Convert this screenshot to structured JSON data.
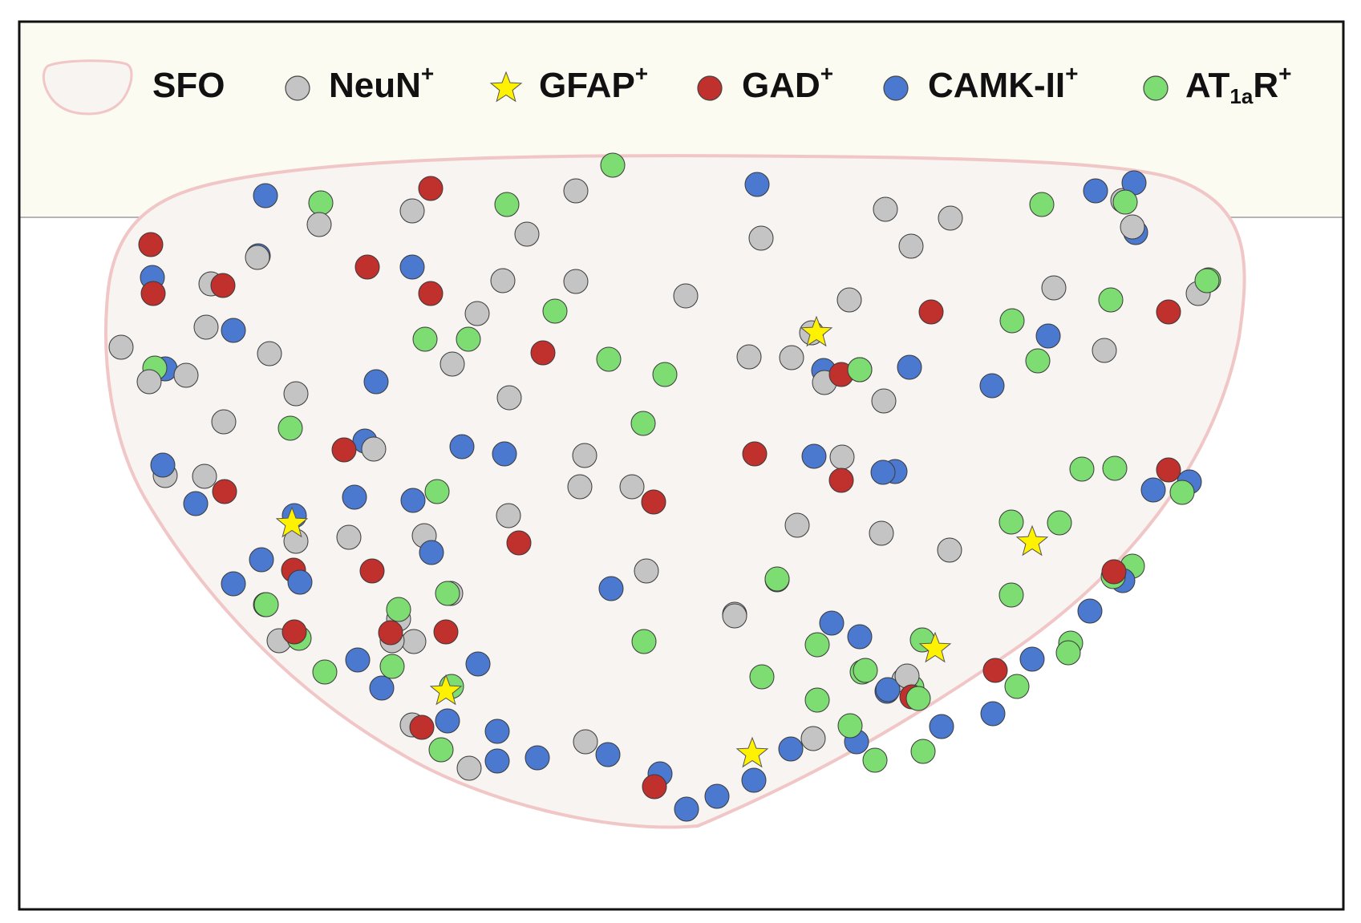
{
  "legend": {
    "sfo": "SFO",
    "neun": {
      "base": "NeuN",
      "sup": "+"
    },
    "gfap": {
      "base": "GFAP",
      "sup": "+"
    },
    "gad": {
      "base": "GAD",
      "sup": "+"
    },
    "camk": {
      "base": "CAMK-II",
      "sup": "+"
    },
    "at1ar": {
      "base": "AT",
      "sub": "1a",
      "base2": "R",
      "sup": "+"
    }
  },
  "colors": {
    "sfo_fill": "#f8f4f1",
    "sfo_stroke": "#f1c6c6",
    "top_band": "#fbfbf2",
    "neun": "#c4c4c4",
    "gfap": "#fff200",
    "gad": "#c0302d",
    "camk": "#4a79cf",
    "at1ar": "#7ddc72"
  },
  "icons": {
    "neun": "gray-circle",
    "gfap": "yellow-star",
    "gad": "red-circle",
    "camk": "blue-circle",
    "at1ar": "green-circle"
  }
}
